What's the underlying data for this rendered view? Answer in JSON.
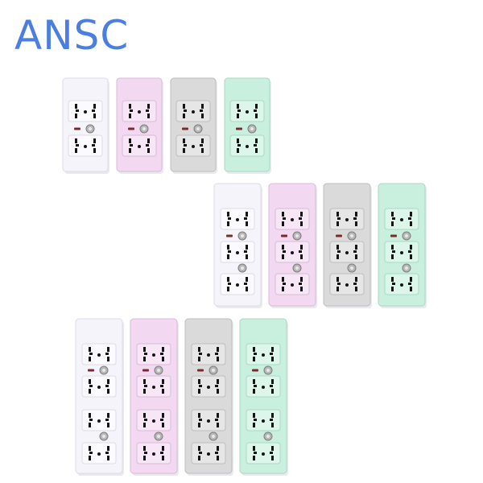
{
  "brand": {
    "text": "ANSC",
    "color": "#4a7ee0"
  },
  "product": {
    "description_shown": "",
    "colors": {
      "white": {
        "body": "#f5f4fb",
        "edge": "#dcdbe6",
        "face": "#fbfbff",
        "slot": "#151515"
      },
      "pink": {
        "body": "#f2d9f1",
        "edge": "#d8bcd8",
        "face": "#f7e6f6",
        "slot": "#151515"
      },
      "gray": {
        "body": "#dadada",
        "edge": "#bdbdbd",
        "face": "#e6e6e6",
        "slot": "#151515"
      },
      "mint": {
        "body": "#c9f0df",
        "edge": "#a9d8c3",
        "face": "#dcf7ea",
        "slot": "#151515"
      }
    },
    "groups": [
      {
        "outlets": 2,
        "variants": [
          "white",
          "pink",
          "gray",
          "mint"
        ]
      },
      {
        "outlets": 3,
        "variants": [
          "white",
          "pink",
          "gray",
          "mint"
        ]
      },
      {
        "outlets": 4,
        "variants": [
          "white",
          "pink",
          "gray",
          "mint"
        ]
      }
    ],
    "indicator_icon": "power-indicator-icon",
    "switch_icon": "round-switch-icon",
    "socket_icon": "universal-socket-icon"
  }
}
